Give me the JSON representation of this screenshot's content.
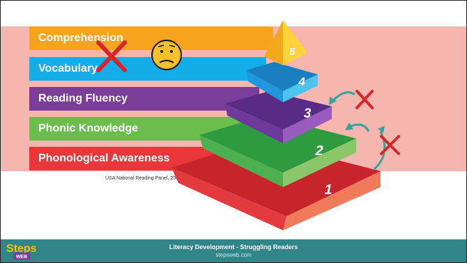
{
  "bands": [
    {
      "label": "Comprehension",
      "color": "#f5a623"
    },
    {
      "label": "Vocabulary",
      "color": "#13aee8"
    },
    {
      "label": "Reading Fluency",
      "color": "#7a3d97"
    },
    {
      "label": "Phonic Knowledge",
      "color": "#6cbf4f"
    },
    {
      "label": "Phonological Awareness",
      "color": "#e8363a"
    }
  ],
  "citation": "USA National Reading Panel, 2000",
  "pyramid_levels": [
    "1",
    "2",
    "3",
    "4",
    "5"
  ],
  "footer": {
    "logo_top": "Steps",
    "logo_bottom": "WEB",
    "title": "Literacy Development - Struggling Readers",
    "url": "stepsweb.com"
  },
  "icons": [
    "red-x-icon",
    "worried-face-icon",
    "curved-arrow-icon"
  ]
}
